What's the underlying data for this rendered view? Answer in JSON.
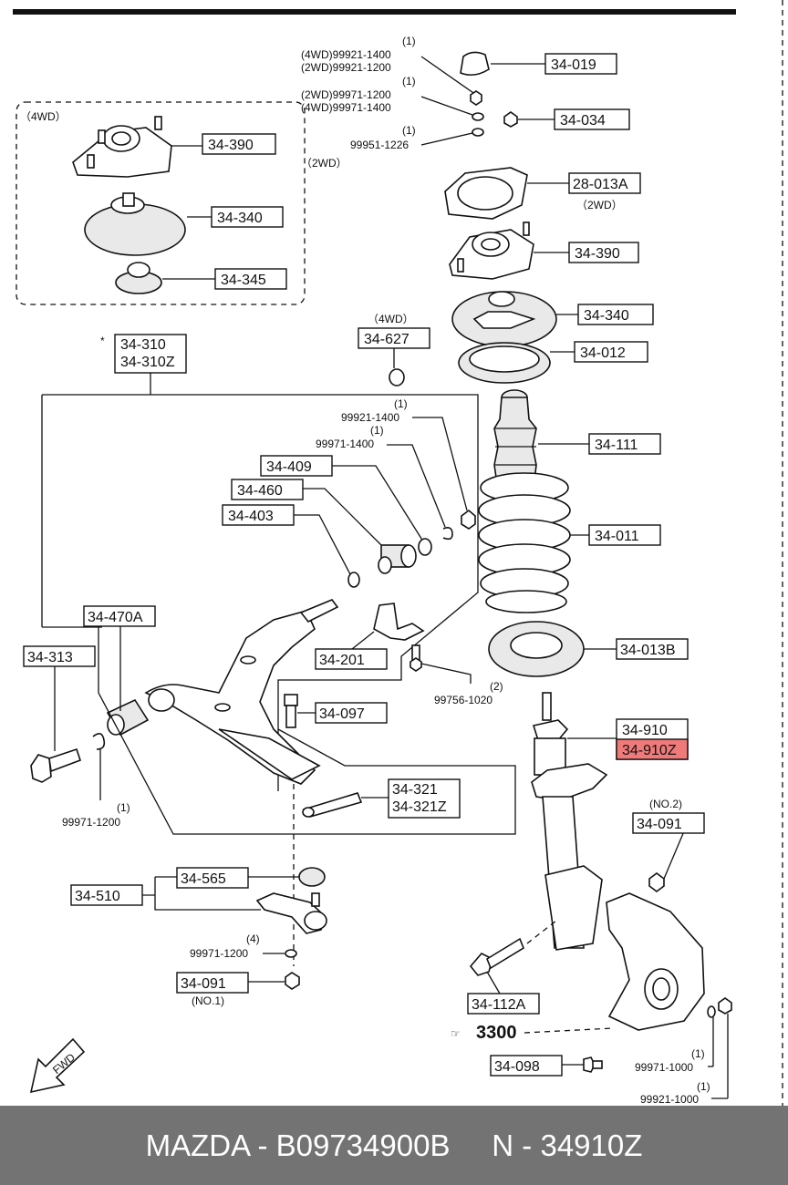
{
  "labels": {
    "l34019": "34-019",
    "l34034": "34-034",
    "l28013a": "28-013A",
    "l2wd_a": "（2WD）",
    "l34390r": "34-390",
    "l34340r": "34-340",
    "l34012": "34-012",
    "l34111": "34-111",
    "l34011": "34-011",
    "l34013b": "34-013B",
    "l34910": "34-910",
    "l34910z": "34-910Z",
    "l34390l": "34-390",
    "l34340l": "34-340",
    "l34345": "34-345",
    "l4wd_box": "（4WD）",
    "l2wd_b": "（2WD）",
    "l4wd_c": "（4WD）",
    "l34627": "34-627",
    "l34310": "34-310",
    "l34310z": "34-310Z",
    "l34409": "34-409",
    "l34460": "34-460",
    "l34403": "34-403",
    "l34470a": "34-470A",
    "l34313": "34-313",
    "l34201": "34-201",
    "l34097": "34-097",
    "l34321": "34-321",
    "l34321z": "34-321Z",
    "l34565": "34-565",
    "l34510": "34-510",
    "l34091a": "34-091",
    "no1": "(NO.1)",
    "l34091b": "34-091",
    "no2": "(NO.2)",
    "l34112a": "34-112A",
    "l3300": "3300",
    "l34098": "34-098",
    "fwd": "FWD"
  },
  "small": {
    "q1a": "(1)",
    "p1a": "(4WD)99921-1400",
    "p1b": "(2WD)99921-1200",
    "q1b": "(1)",
    "p2a": "(2WD)99971-1200",
    "p2b": "(4WD)99971-1400",
    "q1c": "(1)",
    "p3": "99951-1226",
    "q1d": "(1)",
    "p4": "99921-1400",
    "q1e": "(1)",
    "p5": "99971-1400",
    "q2": "(2)",
    "p6": "99756-1020",
    "q1f": "(1)",
    "p7": "99971-1200",
    "q4": "(4)",
    "p8": "99971-1200",
    "q1g": "(1)",
    "p9": "99971-1000",
    "q1h": "(1)",
    "p10": "99921-1000"
  },
  "footer": {
    "brand": "MAZDA",
    "sep1": " - ",
    "part_no": "B09734900B",
    "sep2": "     N - ",
    "ref": "34910Z"
  },
  "colors": {
    "highlight": "#f07a7a",
    "footer_bg": "#737373"
  }
}
